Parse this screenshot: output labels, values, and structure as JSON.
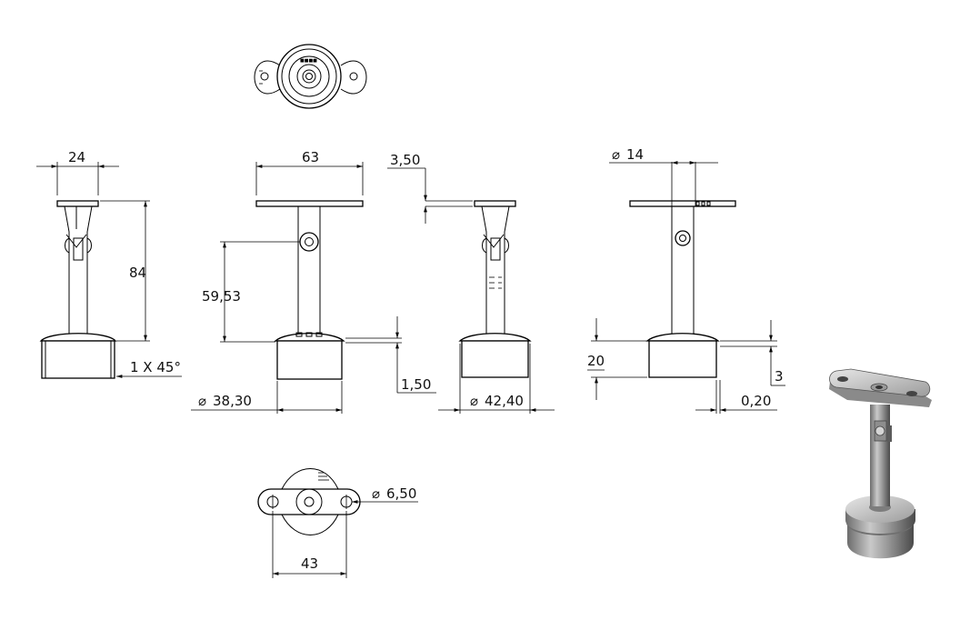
{
  "dimensions": {
    "width_top": "24",
    "height": "84",
    "chamfer": "1 X 45°",
    "plate_length": "63",
    "pivot_height": "59,53",
    "base_dia": "38,30",
    "base_step": "1,50",
    "plate_thickness": "3,50",
    "cup_dia": "42,40",
    "tube_dia": "14",
    "cup_height": "20",
    "cup_chamfer": "3",
    "gap": "0,20",
    "hole_dia": "6,50",
    "hole_spacing": "43"
  },
  "symbols": {
    "diameter": "⌀"
  }
}
